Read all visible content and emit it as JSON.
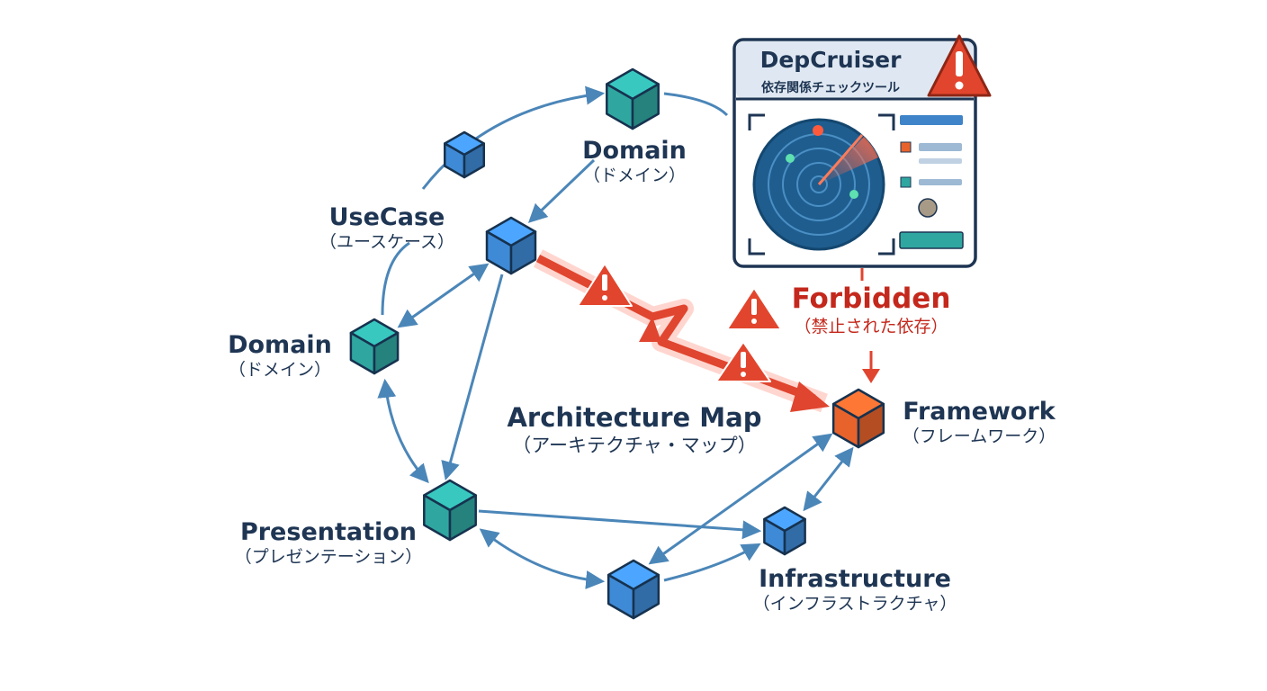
{
  "panel": {
    "title": "DepCruiser",
    "subtitle": "依存関係チェックツール"
  },
  "labels": {
    "domain_top": {
      "en": "Domain",
      "ja": "（ドメイン）"
    },
    "usecase": {
      "en": "UseCase",
      "ja": "（ユースケース）"
    },
    "domain_left": {
      "en": "Domain",
      "ja": "（ドメイン）"
    },
    "presentation": {
      "en": "Presentation",
      "ja": "（プレゼンテーション）"
    },
    "infrastructure": {
      "en": "Infrastructure",
      "ja": "（インフラストラクチャ）"
    },
    "framework": {
      "en": "Framework",
      "ja": "（フレームワーク）"
    },
    "forbidden": {
      "en": "Forbidden",
      "ja": "（禁止された依存）"
    },
    "map": {
      "en": "Architecture Map",
      "ja": "（アーキテクチャ・マップ）"
    }
  },
  "colors": {
    "blue_node": "#3f8ad6",
    "teal_node": "#2fa7a0",
    "orange_node": "#e8632b",
    "arrow": "#4b86b8",
    "forbidden": "#e0452f",
    "text": "#1e3553"
  }
}
